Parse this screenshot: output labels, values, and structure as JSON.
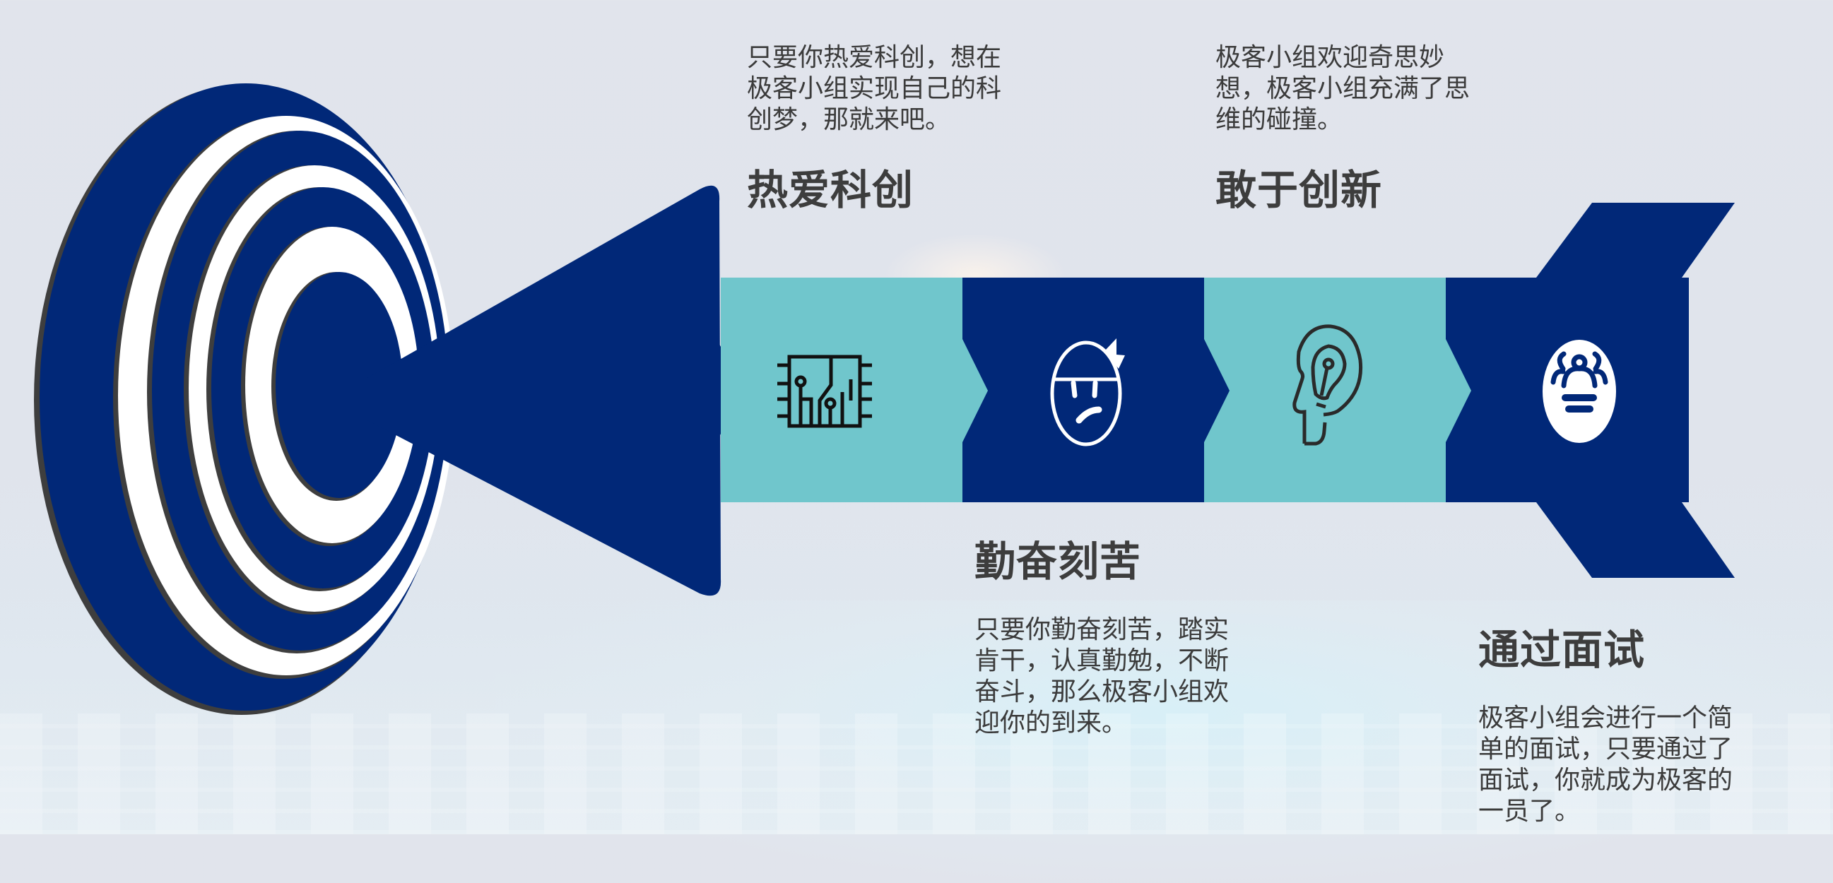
{
  "colors": {
    "navy": "#012878",
    "teal": "#70c6cc",
    "ring_white": "#ffffff",
    "ring_shadow": "#3e3e3e",
    "text": "#3d3d3d",
    "background": "#e1e4ec"
  },
  "steps": [
    {
      "title": "热爱科创",
      "description": "只要你热爱科创，想在极客小组实现自己的科创梦，那就来吧。",
      "icon": "circuit-chip-icon",
      "segment_color": "teal"
    },
    {
      "title": "勤奋刻苦",
      "description": "只要你勤奋刻苦，踏实肯干，认真勤勉，不断奋斗，那么极客小组欢迎你的到来。",
      "icon": "determined-face-headband-icon",
      "segment_color": "navy"
    },
    {
      "title": "敢于创新",
      "description": "极客小组欢迎奇思妙想，极客小组充满了思维的碰撞。",
      "icon": "head-lightbulb-icon",
      "segment_color": "teal"
    },
    {
      "title": "通过面试",
      "description": "极客小组会进行一个简单的面试，只要通过了面试，你就成为极客的一员了。",
      "icon": "team-group-icon",
      "segment_color": "navy"
    }
  ],
  "graphic": {
    "target": "target-bullseye-icon",
    "arrow": "arrow-shaft-with-fins"
  }
}
